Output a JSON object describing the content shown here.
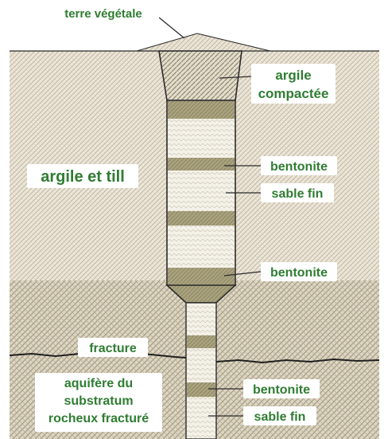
{
  "labels": {
    "topsoil": "terre végétale",
    "compacted_clay_1": "argile",
    "compacted_clay_2": "compactée",
    "clay_till": "argile et till",
    "bentonite_upper": "bentonite",
    "fine_sand_upper": "sable fin",
    "bentonite_middle": "bentonite",
    "fracture": "fracture",
    "aquifer_1": "aquifère du",
    "aquifer_2": "substratum",
    "aquifer_3": "rocheux fracturé",
    "bentonite_lower": "bentonite",
    "fine_sand_lower": "sable fin"
  },
  "colors": {
    "label_text": "#2f7d32",
    "soil_upper": "#e9e3d6",
    "soil_lower": "#d9d2bf",
    "bentonite": "#a7a07a",
    "sand": "#f3f0e6",
    "outline": "#2b2b2b"
  }
}
